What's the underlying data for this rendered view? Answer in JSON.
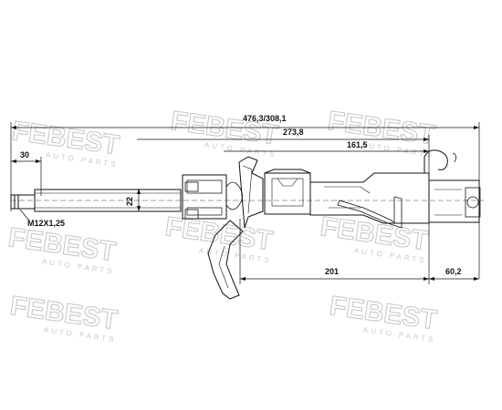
{
  "watermark": {
    "brand": "FEBEST",
    "tagline": "AUTO PARTS"
  },
  "dimensions": {
    "total_length": "476,3/308,1",
    "upper_length": "273,8",
    "mid_length": "161,5",
    "rod_length": "30",
    "rod_diameter": "22",
    "thread": "M12X1,25",
    "lower_length": "201",
    "mount_length": "60,2"
  },
  "colors": {
    "line": "#111111",
    "watermark": "#c9c9c9",
    "background": "#ffffff"
  }
}
